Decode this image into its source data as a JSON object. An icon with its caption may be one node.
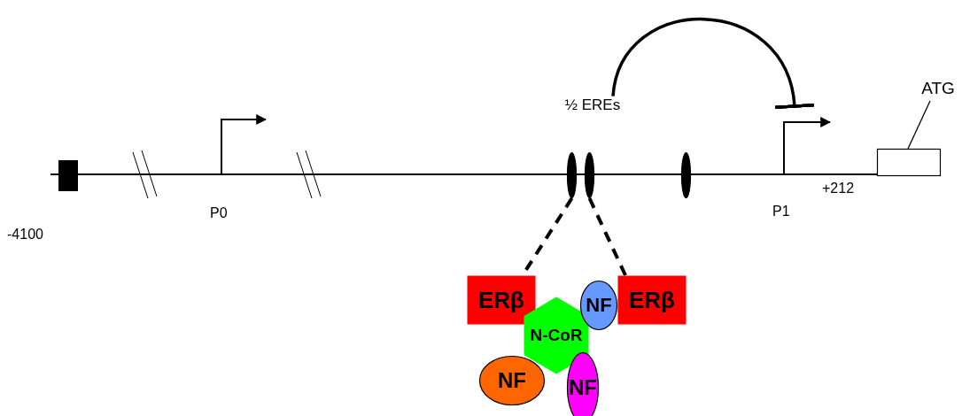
{
  "diagram": {
    "nodes": [
      {
        "text": [
          "½ EREs"
        ]
      },
      {
        "text": [],
        "shape": "ellipse"
      },
      {
        "text": [],
        "shape": "ellipse"
      },
      {
        "text": [],
        "shape": "ellipse"
      },
      {
        "text": [
          "ERβ"
        ]
      },
      {
        "text": [
          "N-CoR"
        ]
      },
      {
        "text": [
          "NF"
        ]
      },
      {
        "text": [
          "ERβ"
        ]
      },
      {
        "text": [
          "NF"
        ]
      },
      {
        "text": [
          "NF"
        ]
      },
      {
        "text": [
          "ATG"
        ]
      },
      {
        "text": [],
        "shape": "box"
      }
    ],
    "edges": [
      {
        "from": 0,
        "to": null,
        "arrow": "other"
      },
      {
        "from": 1,
        "to": 4,
        "arrow": "none",
        "style": "dashed"
      },
      {
        "from": 2,
        "to": 7,
        "arrow": "none",
        "style": "dashed"
      },
      {
        "from": 10,
        "to": 11,
        "arrow": "none"
      }
    ],
    "labels": [
      "-4100",
      "P0",
      "P1",
      "+212"
    ]
  }
}
